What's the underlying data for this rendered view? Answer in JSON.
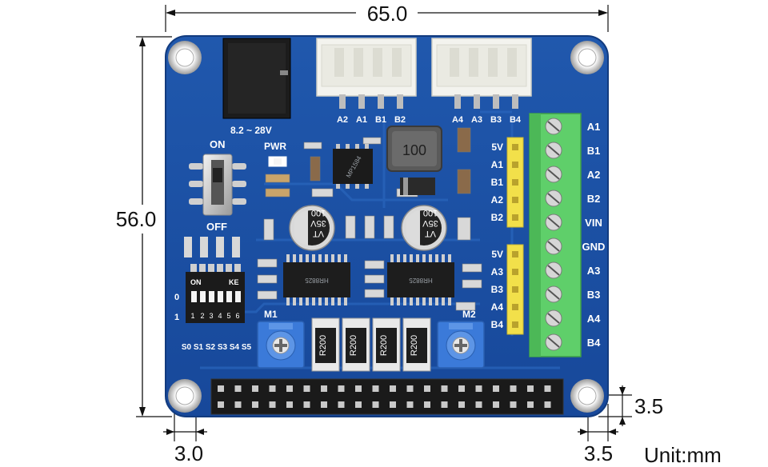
{
  "dimensions": {
    "width_label": "65.0",
    "height_label": "56.0",
    "hole_offset_x_label": "3.0",
    "hole_offset_right_label": "3.5",
    "hole_offset_bottom_label": "3.5",
    "unit_label": "Unit:mm"
  },
  "board": {
    "voltage_label": "8.2 ~ 28V",
    "pwr_label": "PWR",
    "on_label": "ON",
    "off_label": "OFF",
    "m1_label": "M1",
    "m2_label": "M2",
    "connector_left_pins": [
      "A2",
      "A1",
      "B1",
      "B2"
    ],
    "connector_right_pins": [
      "A4",
      "A3",
      "B3",
      "B4"
    ],
    "header_top_labels": [
      "5V",
      "A1",
      "B1",
      "A2",
      "B2"
    ],
    "header_bottom_labels": [
      "5V",
      "A3",
      "B3",
      "A4",
      "B4"
    ],
    "terminal_labels": [
      "A1",
      "B1",
      "A2",
      "B2",
      "VIN",
      "GND",
      "A3",
      "B3",
      "A4",
      "B4"
    ],
    "dip": {
      "on_text": "ON",
      "ke_text": "KE",
      "row0_label": "0",
      "row1_label": "1",
      "numbers": [
        "1",
        "2",
        "3",
        "4",
        "5",
        "6"
      ],
      "switch_labels": [
        "S0",
        "S1",
        "S2",
        "S3",
        "S4",
        "S5"
      ]
    },
    "resistor_label": "R200",
    "inductor_label": "100",
    "capacitor_value": "100",
    "capacitor_voltage": "35V",
    "capacitor_series": "VT",
    "driver_chip_text": "HR8825",
    "regulator_chip_text": "MP1584"
  },
  "colors": {
    "pcb": "#1a4fa0",
    "pcb_edge": "#143f86",
    "terminal_green": "#5fcf6a",
    "header_yellow": "#f2e04a",
    "silkscreen": "#ffffff",
    "pad_silver": "#c8c8c8"
  }
}
